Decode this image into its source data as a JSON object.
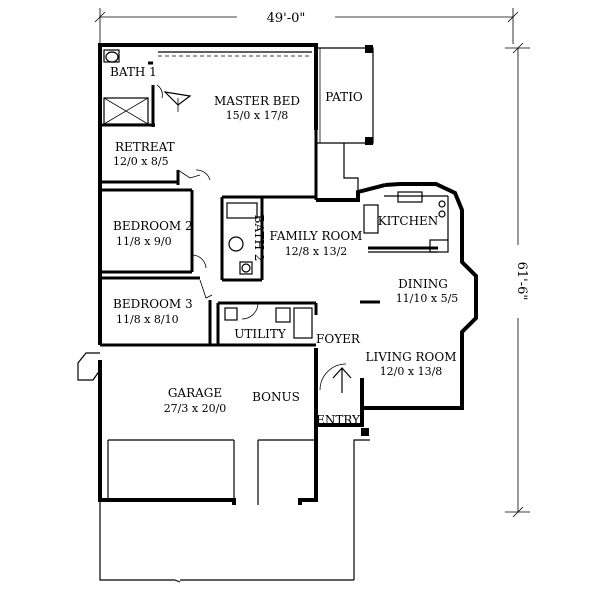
{
  "dimensions": {
    "width": "49'-0\"",
    "depth": "61'-6\""
  },
  "rooms": {
    "bath1": {
      "label": "BATH 1"
    },
    "master_bed": {
      "label": "MASTER BED",
      "size": "15/0 x 17/8"
    },
    "patio": {
      "label": "PATIO"
    },
    "retreat": {
      "label": "RETREAT",
      "size": "12/0 x 8/5"
    },
    "bedroom2": {
      "label": "BEDROOM 2",
      "size": "11/8 x 9/0"
    },
    "bath2": {
      "label": "BATH 2"
    },
    "family_room": {
      "label": "FAMILY ROOM",
      "size": "12/8 x 13/2"
    },
    "kitchen": {
      "label": "KITCHEN"
    },
    "dining": {
      "label": "DINING",
      "size": "11/10 x 5/5"
    },
    "bedroom3": {
      "label": "BEDROOM 3",
      "size": "11/8 x 8/10"
    },
    "utility": {
      "label": "UTILITY"
    },
    "foyer": {
      "label": "FOYER"
    },
    "living_room": {
      "label": "LIVING ROOM",
      "size": "12/0 x 13/8"
    },
    "garage": {
      "label": "GARAGE",
      "size": "27/3 x 20/0"
    },
    "bonus": {
      "label": "BONUS"
    },
    "entry": {
      "label": "ENTRY"
    }
  }
}
